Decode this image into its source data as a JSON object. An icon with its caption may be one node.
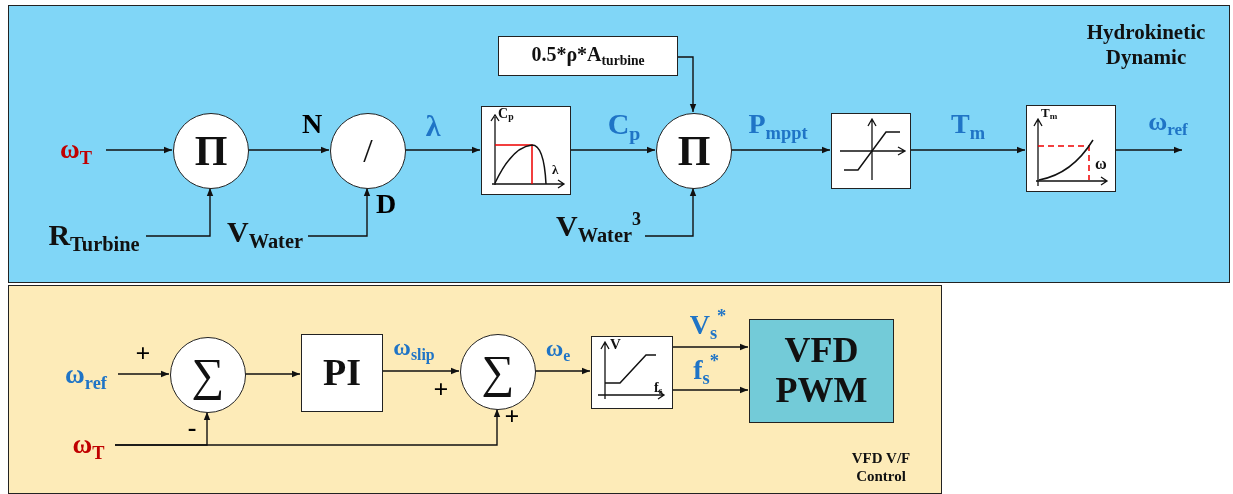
{
  "diagram": {
    "nodes": [
      {
        "text": [
          "Hydrokinetic Dynamic"
        ]
      },
      {
        "text": [
          "ω$_{T}$"
        ],
        "in": 0
      },
      {
        "text": [
          "R$_{Turbine}$"
        ],
        "in": 0
      },
      {
        "text": [
          "Π"
        ],
        "in": 0
      },
      {
        "text": [
          "V$_{Water}$"
        ],
        "in": 0
      },
      {
        "text": [
          "/"
        ],
        "in": 0
      },
      {
        "text": [
          "C$_{p}$",
          "λ"
        ],
        "in": 0
      },
      {
        "text": [
          "0.5*ρ*A$_{turbine}$"
        ],
        "in": 0
      },
      {
        "text": [
          "V$_{Water}$$^{3}$"
        ],
        "in": 0
      },
      {
        "text": [
          "Π"
        ],
        "in": 0
      },
      {
        "text": [],
        "shape": "box",
        "in": 0
      },
      {
        "text": [
          "T$_{m}$",
          "ω"
        ],
        "in": 0
      },
      {
        "text": [
          "VFD V/F Control"
        ]
      },
      {
        "text": [
          "ω$_{ref}$"
        ],
        "in": 12
      },
      {
        "text": [
          "ω$_{T}$"
        ],
        "in": 12
      },
      {
        "text": [
          "∑"
        ],
        "in": 12
      },
      {
        "text": [
          "PI"
        ],
        "in": 12
      },
      {
        "text": [
          "∑"
        ],
        "in": 12
      },
      {
        "text": [
          "V",
          "f$_{s}$"
        ],
        "in": 12
      },
      {
        "text": [
          "VFD PWM"
        ],
        "in": 12
      }
    ],
    "edges": [
      {
        "from": 1,
        "to": 3,
        "arrow": "to"
      },
      {
        "from": 2,
        "to": 3,
        "arrow": "to"
      },
      {
        "from": 3,
        "to": 5,
        "arrow": "to",
        "label": "N"
      },
      {
        "from": 4,
        "to": 5,
        "arrow": "to",
        "label": "D"
      },
      {
        "from": 5,
        "to": 6,
        "arrow": "to",
        "label": "λ"
      },
      {
        "from": 6,
        "to": 9,
        "arrow": "to",
        "label": "C$_{p}$"
      },
      {
        "from": 7,
        "to": 9,
        "arrow": "to"
      },
      {
        "from": 8,
        "to": 9,
        "arrow": "to"
      },
      {
        "from": 9,
        "to": 10,
        "arrow": "to",
        "label": "P$_{mppt}$"
      },
      {
        "from": 10,
        "to": 11,
        "arrow": "to",
        "label": "T$_{m}$"
      },
      {
        "from": 11,
        "to": null,
        "arrow": "to",
        "label": "ω$_{ref}$"
      },
      {
        "from": 13,
        "to": 15,
        "arrow": "to",
        "label": "+"
      },
      {
        "from": 14,
        "to": 15,
        "arrow": "to",
        "label": "-"
      },
      {
        "from": 15,
        "to": 16,
        "arrow": "to"
      },
      {
        "from": 16,
        "to": 17,
        "arrow": "to",
        "label": "ω$_{slip}$"
      },
      {
        "from": 14,
        "to": 17,
        "arrow": "to",
        "label": "+"
      },
      {
        "from": 17,
        "to": 18,
        "arrow": "to",
        "label": "ω$_{e}$"
      },
      {
        "from": 18,
        "to": 19,
        "arrow": "to",
        "label": "V$_{s}$$^{*}$"
      },
      {
        "from": 18,
        "to": 19,
        "arrow": "to",
        "label": "f$_{s}$$^{*}$"
      }
    ],
    "labels": [
      "+"
    ]
  }
}
